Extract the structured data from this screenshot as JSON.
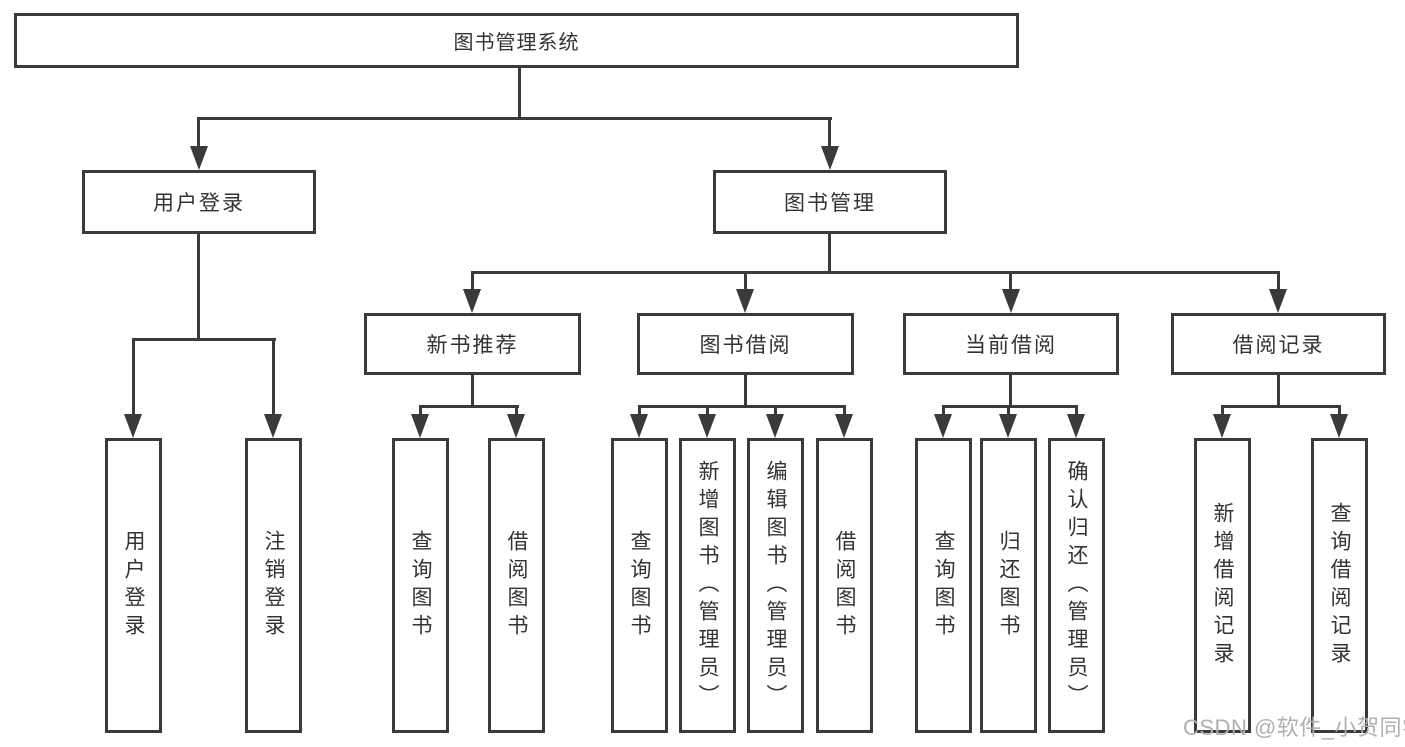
{
  "diagram_type": "functional-structure-tree",
  "colors": {
    "line": "#3a3a3a",
    "text": "#333333",
    "watermark": "#b0b0b0",
    "background": "#ffffff"
  },
  "tree": {
    "root": "图书管理系统",
    "branches": [
      {
        "label": "用户登录",
        "leaves": [
          "用户登录",
          "注销登录"
        ]
      },
      {
        "label": "图书管理",
        "groups": [
          {
            "label": "新书推荐",
            "leaves": [
              "查询图书",
              "借阅图书"
            ]
          },
          {
            "label": "图书借阅",
            "leaves": [
              "查询图书",
              "新增图书（管理员）",
              "编辑图书（管理员）",
              "借阅图书"
            ]
          },
          {
            "label": "当前借阅",
            "leaves": [
              "查询图书",
              "归还图书",
              "确认归还（管理员）"
            ]
          },
          {
            "label": "借阅记录",
            "leaves": [
              "新增借阅记录",
              "查询借阅记录"
            ]
          }
        ]
      }
    ]
  },
  "watermark": {
    "text": "CSDN @软件_小贺同学"
  }
}
